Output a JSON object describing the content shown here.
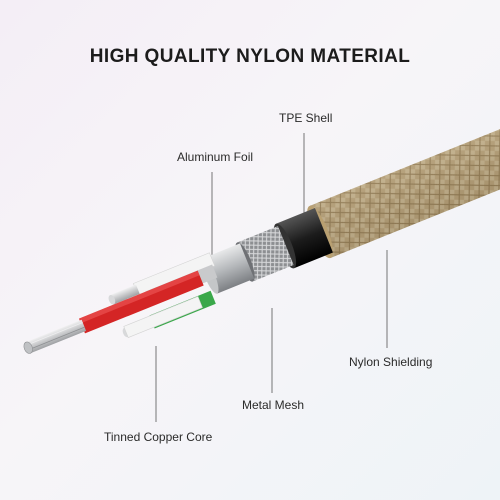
{
  "title": "HIGH QUALITY NYLON MATERIAL",
  "labels": {
    "tpe_shell": "TPE Shell",
    "aluminum_foil": "Aluminum Foil",
    "nylon_shielding": "Nylon Shielding",
    "metal_mesh": "Metal Mesh",
    "tinned_copper_core": "Tinned Copper Core"
  },
  "colors": {
    "nylon": "#cdb487",
    "tpe": "#1e1e1e",
    "foil": "#b7babd",
    "mesh": "#8d8f92",
    "wire_red": "#d42525",
    "wire_green": "#3aa84a",
    "wire_white": "#f4f4f4",
    "wire_gray": "#c9cacc",
    "copper": "#c8c9cb"
  }
}
